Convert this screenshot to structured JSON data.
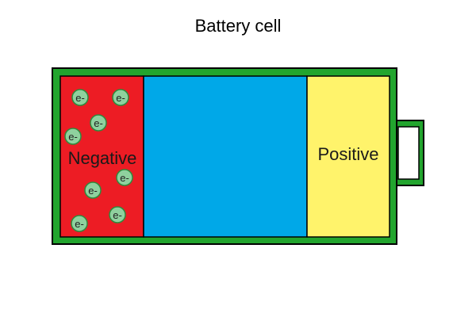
{
  "title": "Battery cell",
  "labels": {
    "negative": "Negative",
    "positive": "Positive"
  },
  "electron_label": "e-",
  "electron_count": 8,
  "colors": {
    "casing": "#22a52e",
    "outline": "#000000",
    "negative": "#ed1c24",
    "electrolyte": "#00a8e8",
    "positive": "#fff36b",
    "electron_fill": "#8fd19e",
    "electron_stroke": "#2e8b3c"
  }
}
